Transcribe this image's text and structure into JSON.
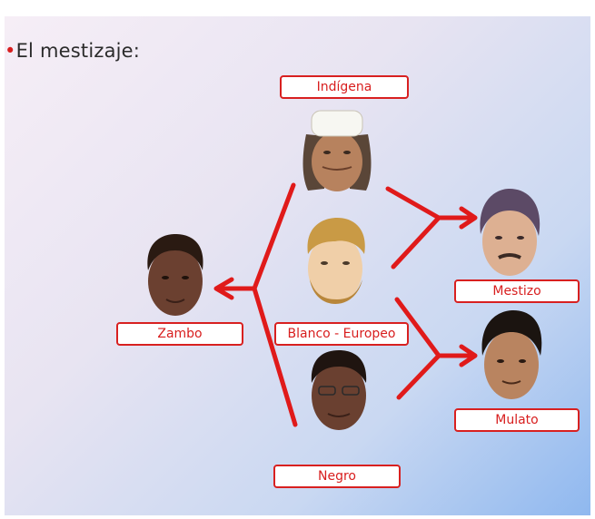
{
  "title": {
    "bullet": "•",
    "text": "El mestizaje:"
  },
  "labels": {
    "indigena": "Indígena",
    "blanco": "Blanco - Europeo",
    "negro": "Negro",
    "zambo": "Zambo",
    "mestizo": "Mestizo",
    "mulato": "Mulato"
  },
  "colors": {
    "accent": "#e01a1a",
    "label_text": "#d81e1e",
    "title_text": "#2b2b2b"
  },
  "icons": [
    "indigenous-face-icon",
    "european-face-icon",
    "african-face-icon",
    "zambo-face-icon",
    "mestizo-face-icon",
    "mulato-face-icon"
  ]
}
